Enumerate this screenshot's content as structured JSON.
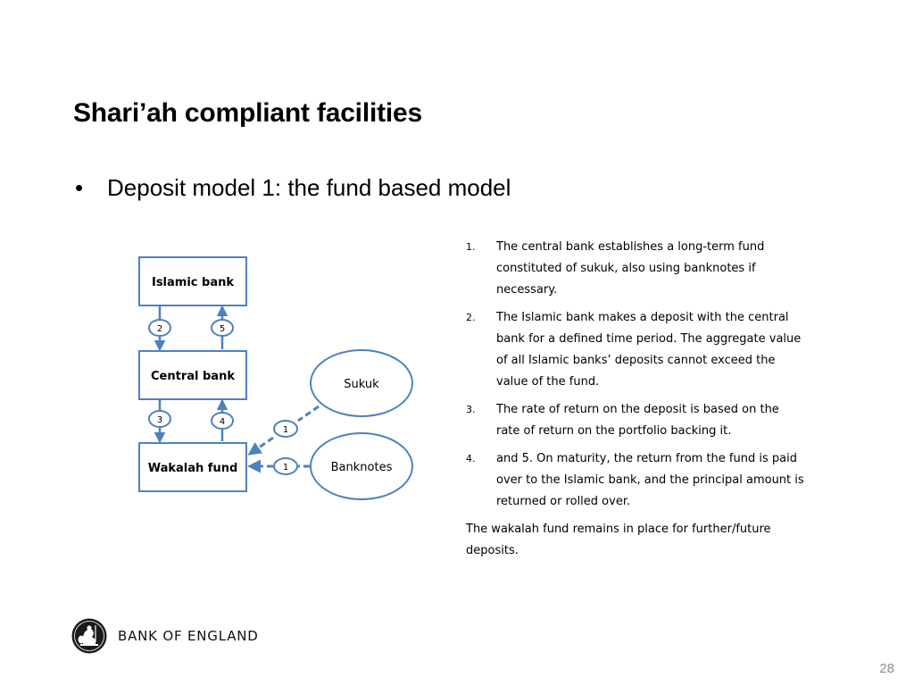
{
  "slide": {
    "title": "Shari’ah compliant facilities",
    "bullet_symbol": "•",
    "bullet": "Deposit model 1: the fund based model",
    "page_number": "28"
  },
  "diagram": {
    "boxes": {
      "islamic_bank": "Islamic bank",
      "central_bank": "Central bank",
      "wakalah_fund": "Wakalah fund"
    },
    "ellipses": {
      "sukuk": "Sukuk",
      "banknotes": "Banknotes"
    },
    "steps": {
      "s2": "2",
      "s5": "5",
      "s3": "3",
      "s4": "4",
      "s1_sukuk": "1",
      "s1_banknotes": "1"
    },
    "colors": {
      "stroke": "#4f81bd",
      "arrow": "#4f81bd",
      "text": "#000000"
    }
  },
  "notes": {
    "items": [
      {
        "num": "1.",
        "text": "The central bank establishes a long-term fund constituted of sukuk, also using banknotes if necessary."
      },
      {
        "num": "2.",
        "text": "The Islamic bank makes a deposit with the central bank for a defined time period.  The aggregate value of all Islamic banks’ deposits cannot exceed the value of the fund."
      },
      {
        "num": "3.",
        "text": "The rate of return on the deposit is based on the rate of return on the portfolio backing it."
      },
      {
        "num": "4.",
        "text": "and 5. On maturity, the return from the fund is paid over to the Islamic bank, and the principal amount is returned or rolled over."
      }
    ],
    "footer": "The wakalah fund remains in place for further/future deposits."
  },
  "logo": {
    "name": "BANK OF ENGLAND",
    "icon": "britannia-seal-icon"
  }
}
